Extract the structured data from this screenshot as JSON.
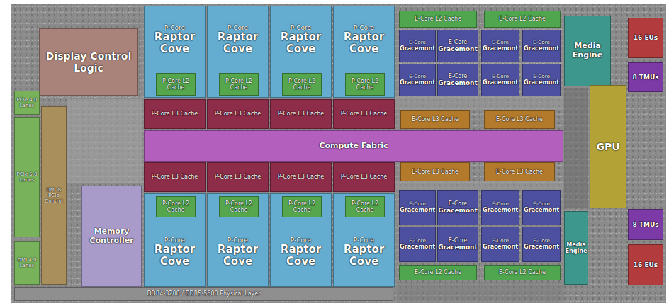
{
  "diagram": {
    "nodes": [
      {
        "text": [
          "Display Control Logic"
        ]
      },
      {
        "text": [
          "PCIe 4.0 Lanes"
        ]
      },
      {
        "text": [
          "PCIe 5.0 Lanes"
        ]
      },
      {
        "text": [
          "DMI 4.0 Lanes"
        ]
      },
      {
        "text": [
          "DMI & PCIe Control"
        ]
      },
      {
        "text": [
          "Memory Controller"
        ]
      },
      {
        "text": [
          "DDR4-3200 / DDR5-5600 Physical Layer"
        ]
      },
      {
        "text": [
          "P-Core",
          "Raptor Cove"
        ]
      },
      {
        "text": [
          "P-Core L2 Cache"
        ],
        "in": 7
      },
      {
        "text": [
          "P-Core",
          "Raptor Cove"
        ]
      },
      {
        "text": [
          "P-Core L2 Cache"
        ],
        "in": 9
      },
      {
        "text": [
          "P-Core",
          "Raptor Cove"
        ]
      },
      {
        "text": [
          "P-Core L2 Cache"
        ],
        "in": 11
      },
      {
        "text": [
          "P-Core",
          "Raptor Cove"
        ]
      },
      {
        "text": [
          "P-Core L2 Cache"
        ],
        "in": 13
      },
      {
        "text": [
          "P-Core L3 Cache"
        ]
      },
      {
        "text": [
          "P-Core L3 Cache"
        ]
      },
      {
        "text": [
          "P-Core L3 Cache"
        ]
      },
      {
        "text": [
          "P-Core L3 Cache"
        ]
      },
      {
        "text": [
          "Compute Fabric"
        ]
      },
      {
        "text": [
          "P-Core L3 Cache"
        ]
      },
      {
        "text": [
          "P-Core L3 Cache"
        ]
      },
      {
        "text": [
          "P-Core L3 Cache"
        ]
      },
      {
        "text": [
          "P-Core L3 Cache"
        ]
      },
      {
        "text": [
          "P-Core",
          "Raptor Cove"
        ]
      },
      {
        "text": [
          "P-Core L2 Cache"
        ],
        "in": 24
      },
      {
        "text": [
          "P-Core",
          "Raptor Cove"
        ]
      },
      {
        "text": [
          "P-Core L2 Cache"
        ],
        "in": 26
      },
      {
        "text": [
          "P-Core",
          "Raptor Cove"
        ]
      },
      {
        "text": [
          "P-Core L2 Cache"
        ],
        "in": 28
      },
      {
        "text": [
          "P-Core",
          "Raptor Cove"
        ]
      },
      {
        "text": [
          "P-Core L2 Cache"
        ],
        "in": 30
      },
      {
        "text": [
          "E-Core L2 Cache"
        ]
      },
      {
        "text": [
          "E-Core L2 Cache"
        ]
      },
      {
        "text": [
          "E-Core",
          "Gracemont"
        ]
      },
      {
        "text": [
          "E-Core",
          "Gracemont"
        ]
      },
      {
        "text": [
          "E-Core",
          "Gracemont"
        ]
      },
      {
        "text": [
          "E-Core",
          "Gracemont"
        ]
      },
      {
        "text": [
          "E-Core",
          "Gracemont"
        ]
      },
      {
        "text": [
          "E-Core",
          "Gracemont"
        ]
      },
      {
        "text": [
          "E-Core",
          "Gracemont"
        ]
      },
      {
        "text": [
          "E-Core",
          "Gracemont"
        ]
      },
      {
        "text": [
          "E-Core L3 Cache"
        ]
      },
      {
        "text": [
          "E-Core L3 Cache"
        ]
      },
      {
        "text": [
          "E-Core L3 Cache"
        ]
      },
      {
        "text": [
          "E-Core L3 Cache"
        ]
      },
      {
        "text": [
          "E-Core",
          "Gracemont"
        ]
      },
      {
        "text": [
          "E-Core",
          "Gracemont"
        ]
      },
      {
        "text": [
          "E-Core",
          "Gracemont"
        ]
      },
      {
        "text": [
          "E-Core",
          "Gracemont"
        ]
      },
      {
        "text": [
          "E-Core",
          "Gracemont"
        ]
      },
      {
        "text": [
          "E-Core",
          "Gracemont"
        ]
      },
      {
        "text": [
          "E-Core",
          "Gracemont"
        ]
      },
      {
        "text": [
          "E-Core",
          "Gracemont"
        ]
      },
      {
        "text": [
          "E-Core L2 Cache"
        ]
      },
      {
        "text": [
          "E-Core L2 Cache"
        ]
      },
      {
        "text": [
          "Media Engine"
        ]
      },
      {
        "text": [
          "GPU"
        ]
      },
      {
        "text": [
          "Media Engine"
        ]
      },
      {
        "text": [
          "16 EUs"
        ]
      },
      {
        "text": [
          "8 TMUs"
        ]
      },
      {
        "text": [
          "8 TMUs"
        ]
      },
      {
        "text": [
          "16 EUs"
        ]
      }
    ]
  }
}
